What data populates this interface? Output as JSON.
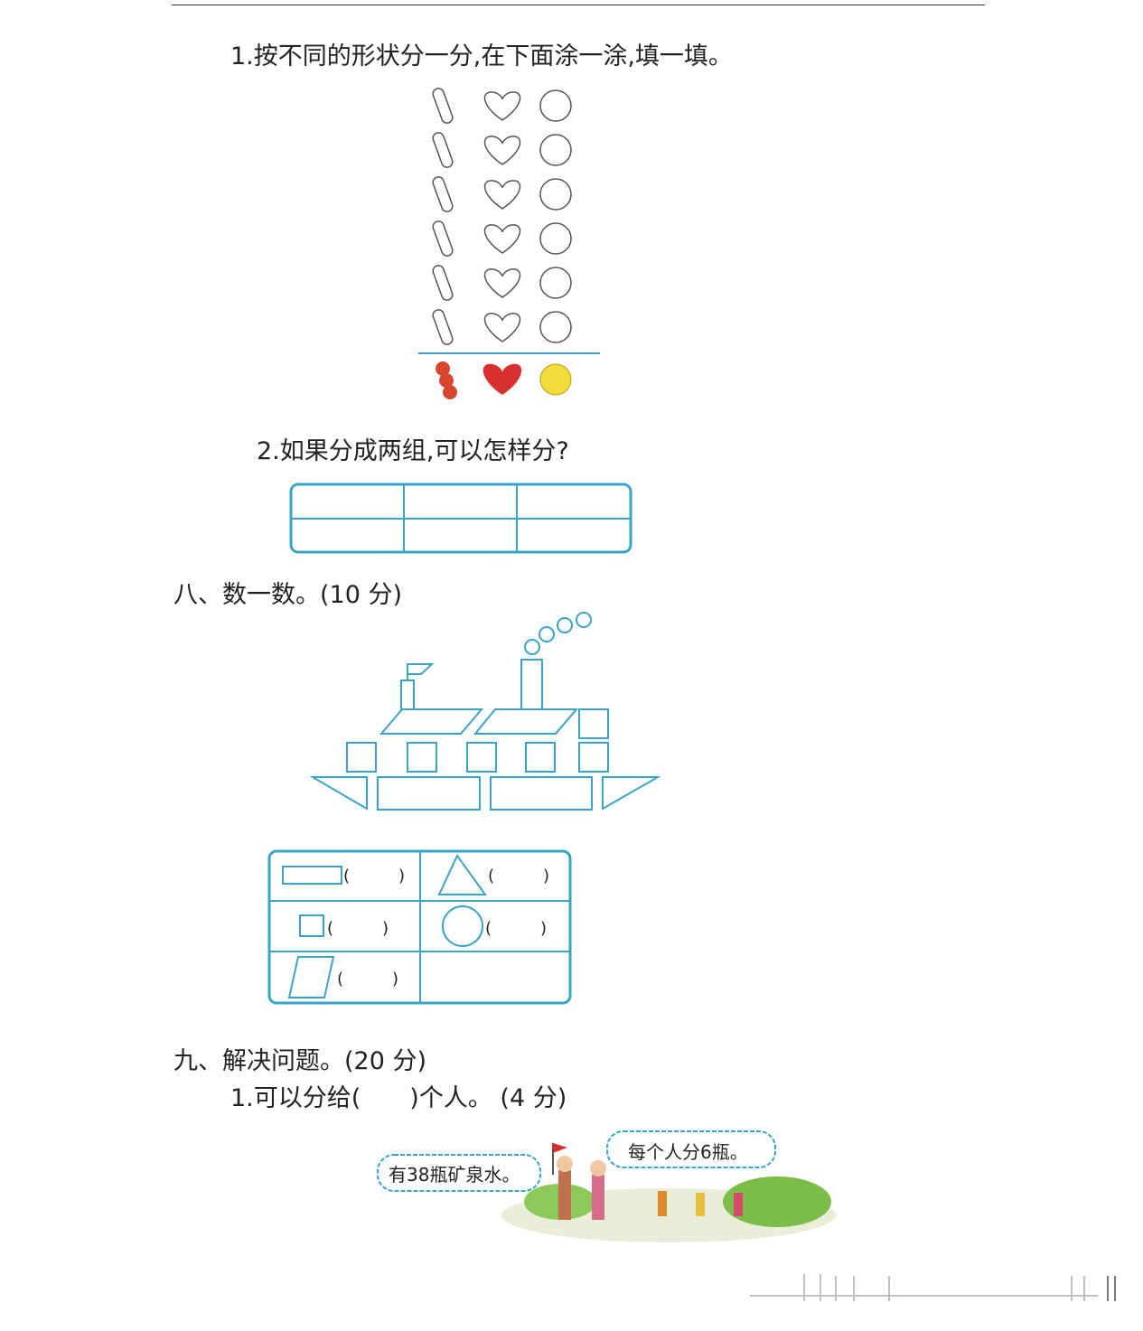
{
  "q1": {
    "label": "1.按不同的形状分一分,在下面涂一涂,填一填。"
  },
  "q2": {
    "label": "2.如果分成两组,可以怎样分?"
  },
  "s8": {
    "title": "八、数一数。(10 分)",
    "blanks": [
      "(　　　)",
      "(　　　)",
      "(　　　)",
      "(　　　)",
      "(　　　)"
    ]
  },
  "s9": {
    "title": "九、解决问题。(20 分)",
    "q1": "1.可以分给(　　)个人。  (4 分)",
    "bubble_left": "有38瓶矿泉水。",
    "bubble_right": "每个人分6瓶。"
  },
  "colors": {
    "accent": "#3ba3c8",
    "heart": "#d8302e",
    "ball": "#f2dc3a",
    "skewer": "#d8452f"
  }
}
